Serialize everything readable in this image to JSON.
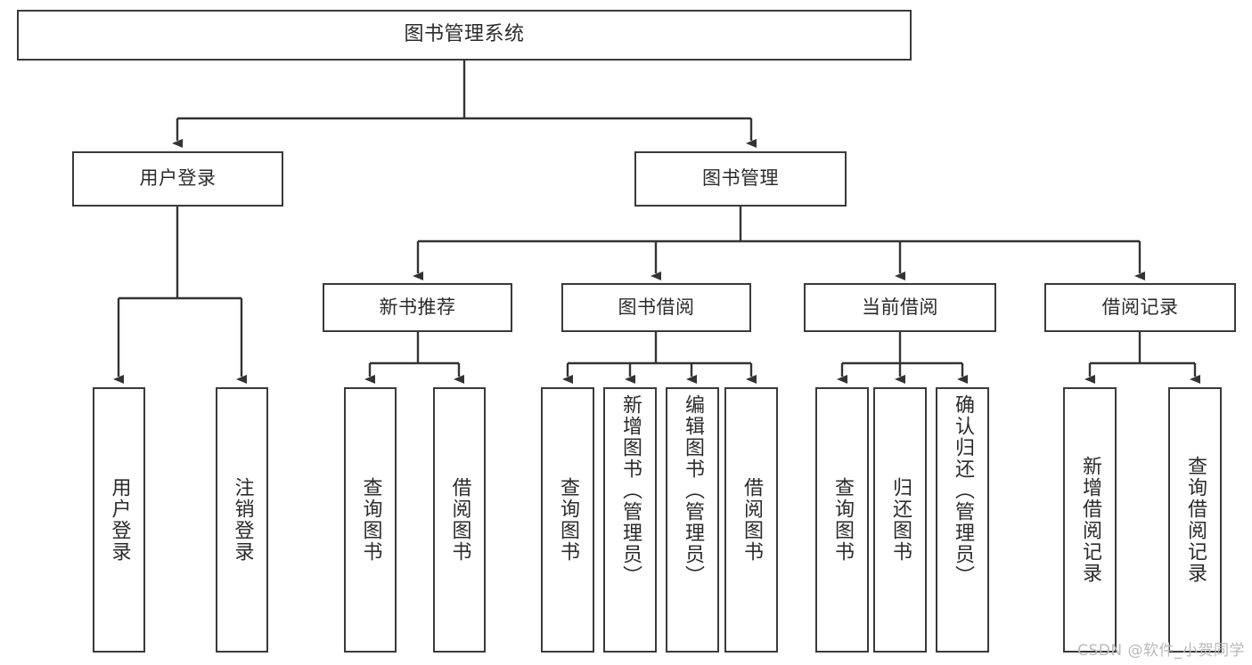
{
  "diagram": {
    "type": "tree",
    "title": "图书管理系统",
    "theme": {
      "box_border": "#3a3a3a",
      "box_fill": "#ffffff",
      "line": "#333333",
      "text": "#2b2b2b",
      "background": "#ffffff",
      "watermark": "#b9b9b9"
    },
    "nodes": {
      "root": {
        "label": "图书管理系统"
      },
      "level1": [
        {
          "label": "用户登录"
        },
        {
          "label": "图书管理"
        }
      ],
      "level2": [
        {
          "label": "新书推荐"
        },
        {
          "label": "图书借阅"
        },
        {
          "label": "当前借阅"
        },
        {
          "label": "借阅记录"
        }
      ],
      "leaves": {
        "user_login": [
          {
            "label": "用户登录"
          },
          {
            "label": "注销登录"
          }
        ],
        "new_book_rec": [
          {
            "label": "查询图书"
          },
          {
            "label": "借阅图书"
          }
        ],
        "book_borrow": [
          {
            "label": "查询图书"
          },
          {
            "label": "新增图书（管理员）"
          },
          {
            "label": "编辑图书（管理员）"
          },
          {
            "label": "借阅图书"
          }
        ],
        "current_borrow": [
          {
            "label": "查询图书"
          },
          {
            "label": "归还图书"
          },
          {
            "label": "确认归还（管理员）"
          }
        ],
        "borrow_record": [
          {
            "label": "新增借阅记录"
          },
          {
            "label": "查询借阅记录"
          }
        ]
      }
    },
    "watermark": "CSDN @软件_小贺同学"
  }
}
